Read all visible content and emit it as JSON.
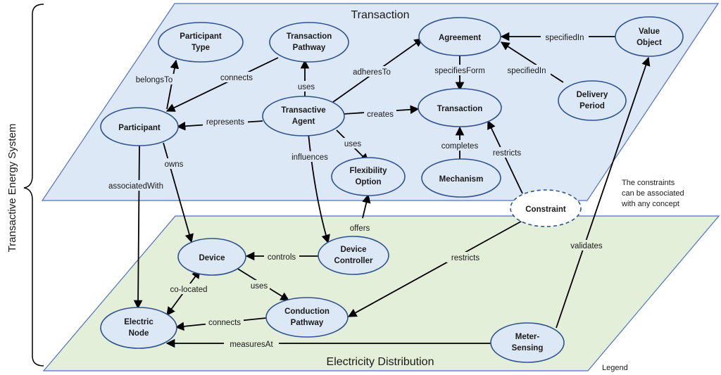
{
  "side_label": "Transactive Energy System",
  "planes": {
    "transaction": "Transaction",
    "distribution": "Electricity Distribution"
  },
  "nodes": {
    "participant_type": [
      "Participant",
      "Type"
    ],
    "transaction_pathway": [
      "Transaction",
      "Pathway"
    ],
    "agreement": [
      "Agreement"
    ],
    "value_object": [
      "Value",
      "Object"
    ],
    "participant": [
      "Participant"
    ],
    "transactive_agent": [
      "Transactive",
      "Agent"
    ],
    "transaction": [
      "Transaction"
    ],
    "delivery_period": [
      "Delivery",
      "Period"
    ],
    "flexibility_option": [
      "Flexibility",
      "Option"
    ],
    "mechanism": [
      "Mechanism"
    ],
    "constraint": [
      "Constraint"
    ],
    "device": [
      "Device"
    ],
    "device_controller": [
      "Device",
      "Controller"
    ],
    "conduction_pathway": [
      "Conduction",
      "Pathway"
    ],
    "electric_node": [
      "Electric",
      "Node"
    ],
    "meter_sensing": [
      "Meter-",
      "Sensing"
    ]
  },
  "edges": {
    "belongsTo": "belongsTo",
    "connects_tx": "connects",
    "uses_tp": "uses",
    "adheresTo": "adheresTo",
    "specifiesForm": "specifiesForm",
    "specifiedIn_vo": "specifiedIn",
    "specifiedIn_dp": "specifiedIn",
    "represents": "represents",
    "creates": "creates",
    "uses_fo": "uses",
    "completes": "completes",
    "restricts_tx": "restricts",
    "influences": "influences",
    "associatedWith": "associatedWith",
    "owns": "owns",
    "offers": "offers",
    "controls": "controls",
    "restricts_cp": "restricts",
    "validates": "validates",
    "uses_cp": "uses",
    "co_located": "co-located",
    "connects_cp": "connects",
    "measuresAt": "measuresAt"
  },
  "note": [
    "The constraints",
    "can be associated",
    "with any concept"
  ],
  "legend": "Legend"
}
